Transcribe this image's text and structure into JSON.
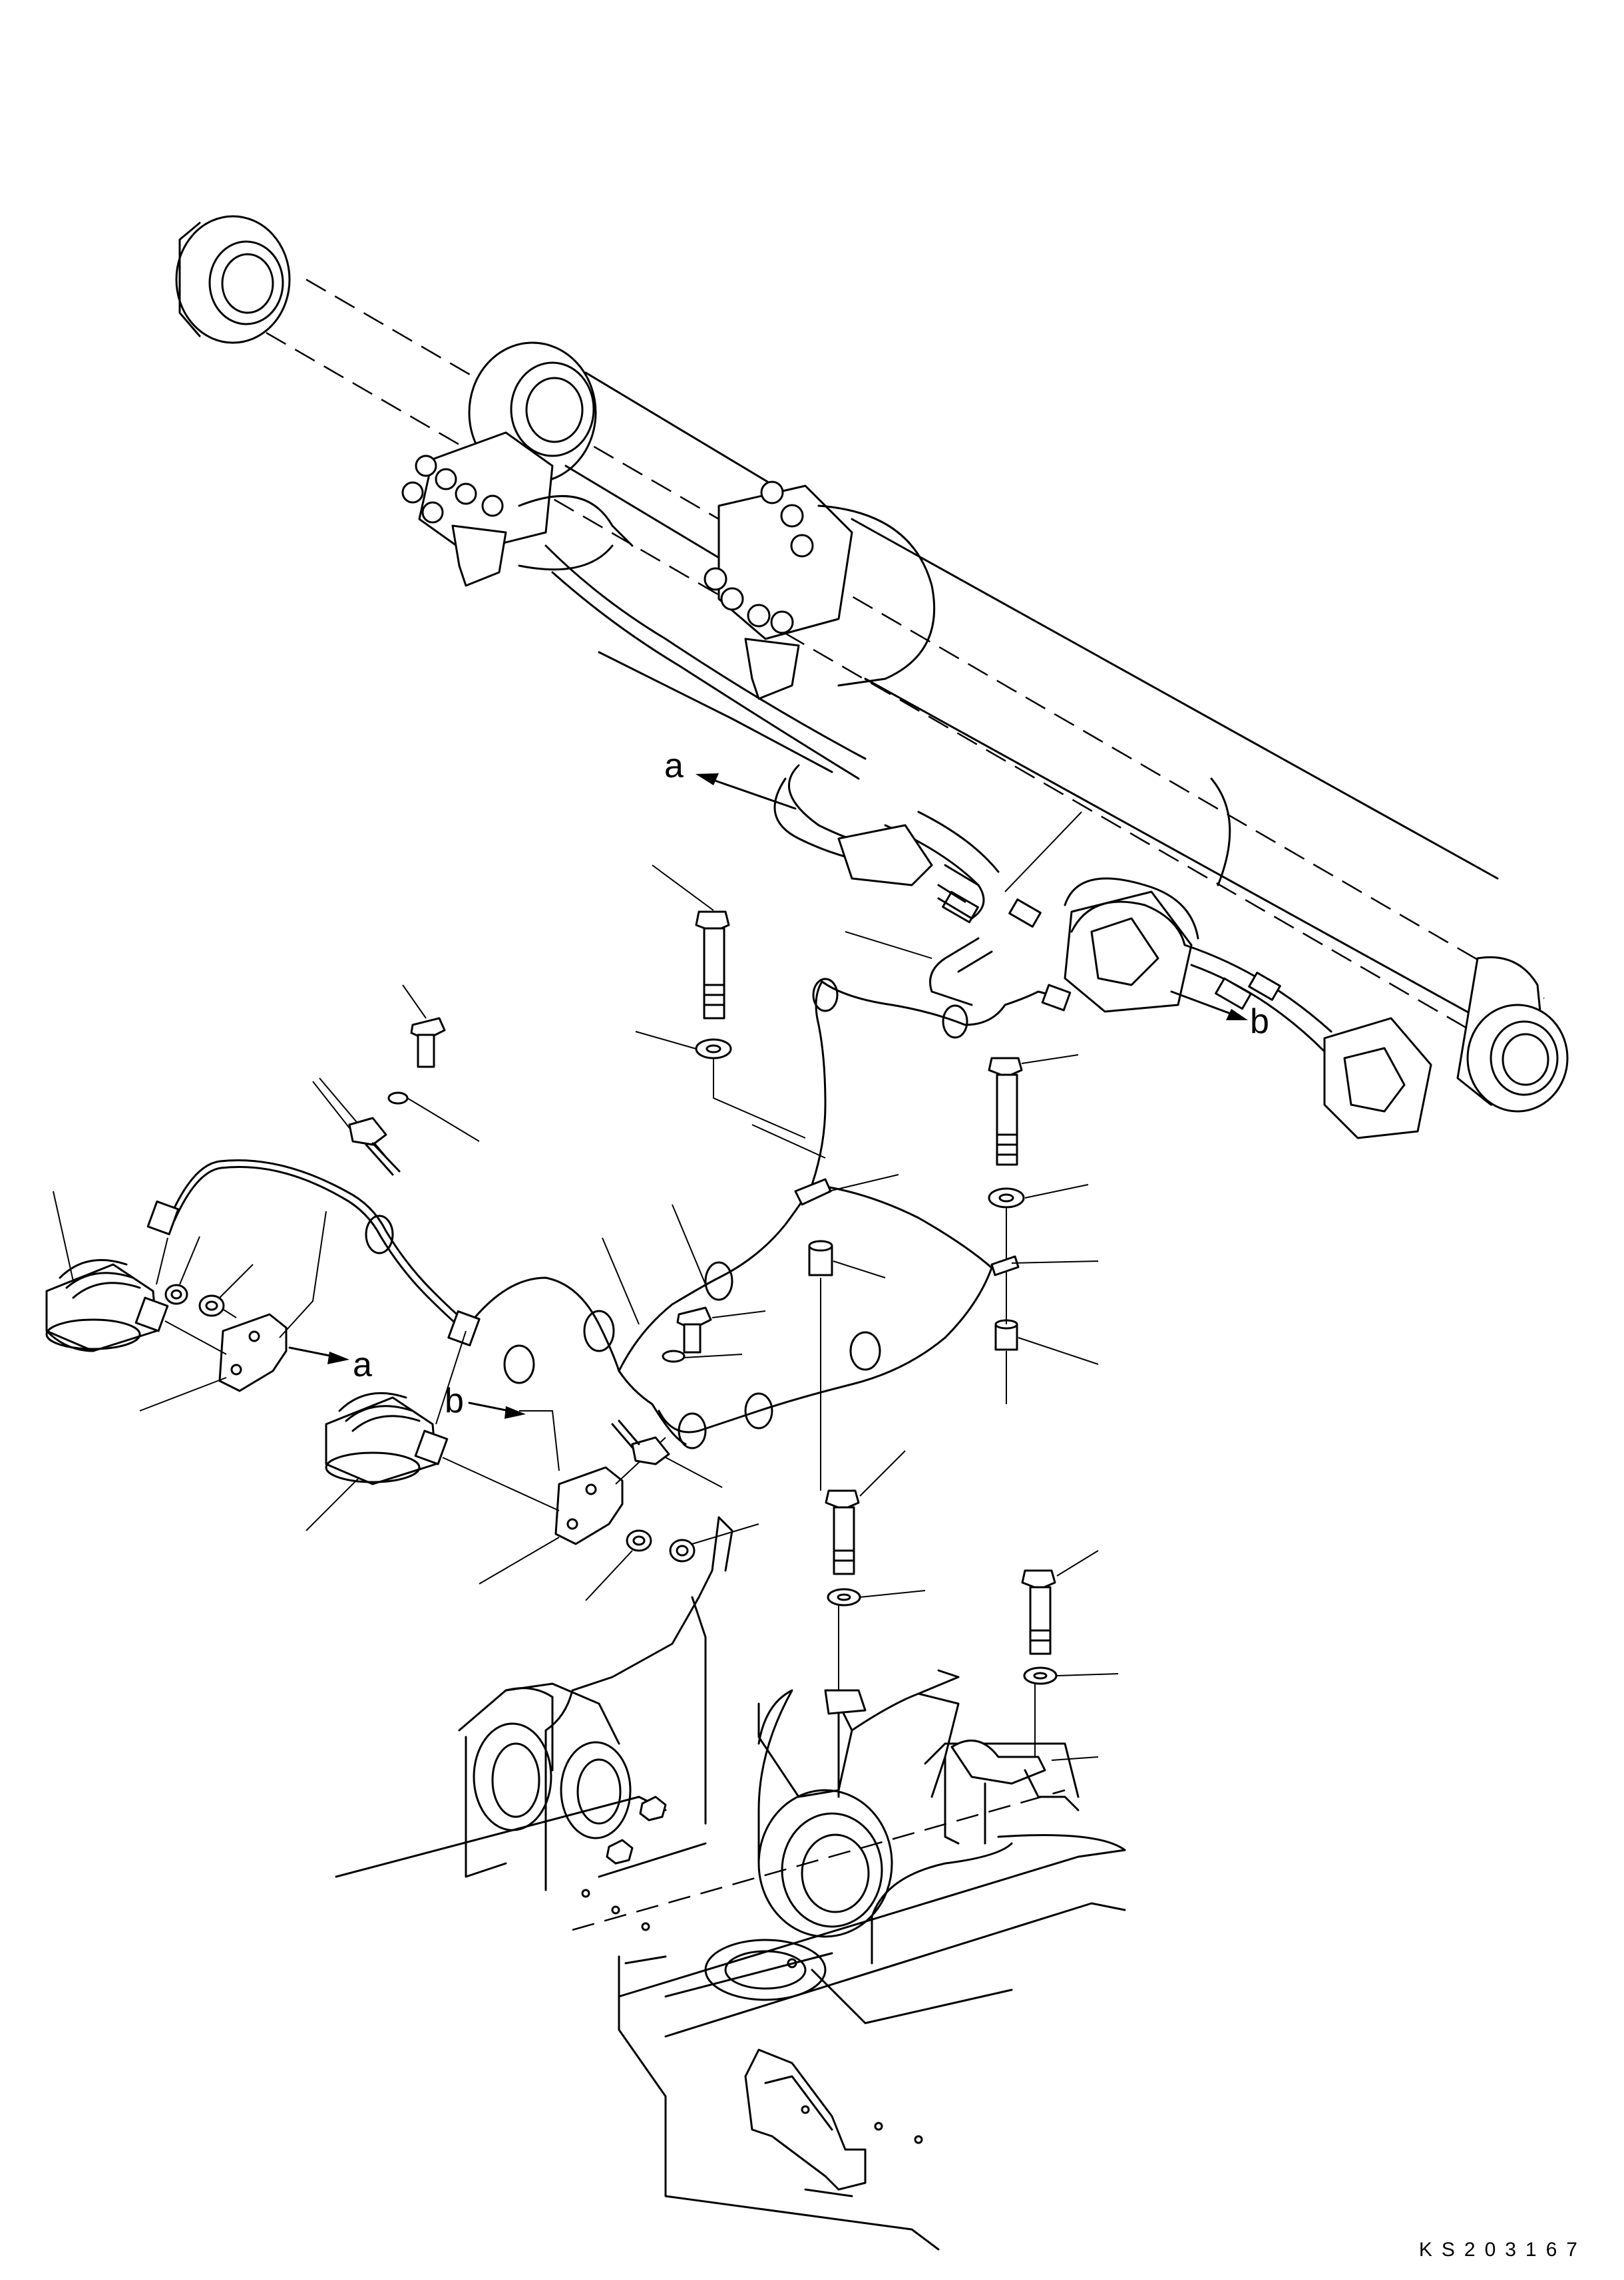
{
  "callouts": {
    "a_top": "a",
    "b_right": "b",
    "a_left": "a",
    "b_left": "b"
  },
  "drawing_number": "KS203167",
  "colors": {
    "line": "#000000",
    "background": "#ffffff"
  }
}
